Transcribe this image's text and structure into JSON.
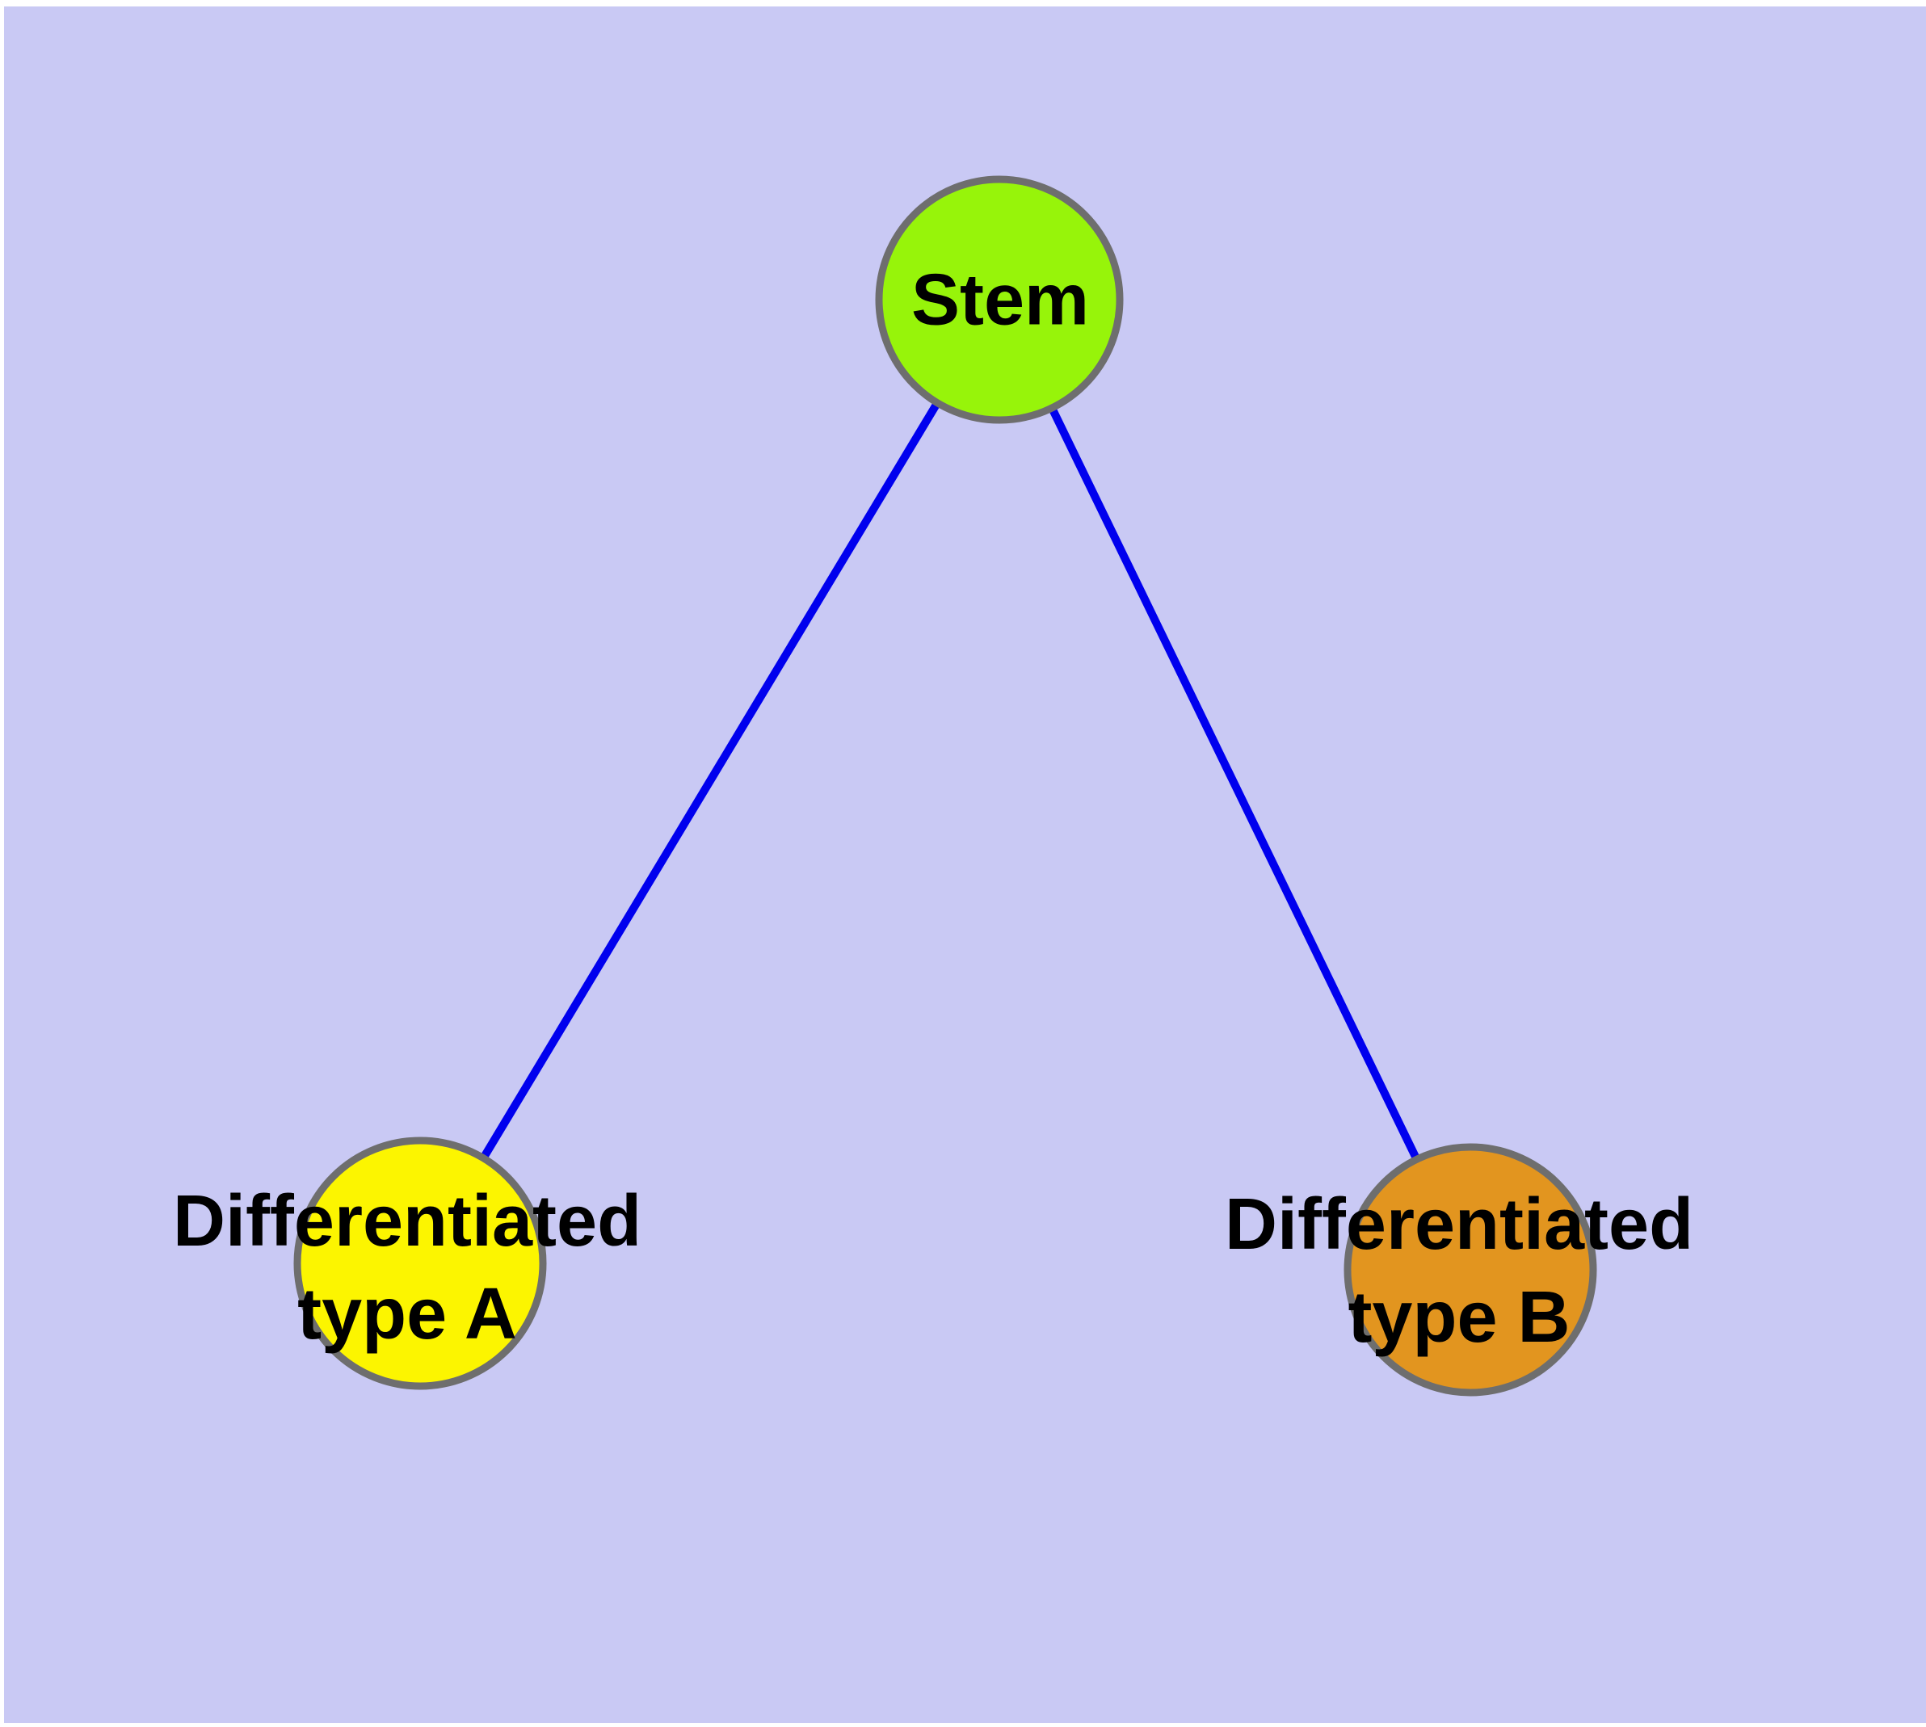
{
  "graph": {
    "title": "Stem cell differentiation diagram",
    "background_color": "#C9C9F4",
    "margin_color": "#FFFFFF",
    "edge_color": "#0000EE",
    "node_border_color": "#6E6E6E",
    "label_color": "#000000",
    "nodes": [
      {
        "id": "stem",
        "label": "Stem",
        "color": "#97F40A"
      },
      {
        "id": "differentiated-type-a",
        "label": "Differentiated\ntype A",
        "color": "#FCF500"
      },
      {
        "id": "differentiated-type-b",
        "label": "Differentiated\ntype B",
        "color": "#E2951F"
      }
    ],
    "edges": [
      {
        "from": "stem",
        "to": "differentiated-type-a"
      },
      {
        "from": "stem",
        "to": "differentiated-type-b"
      }
    ]
  }
}
